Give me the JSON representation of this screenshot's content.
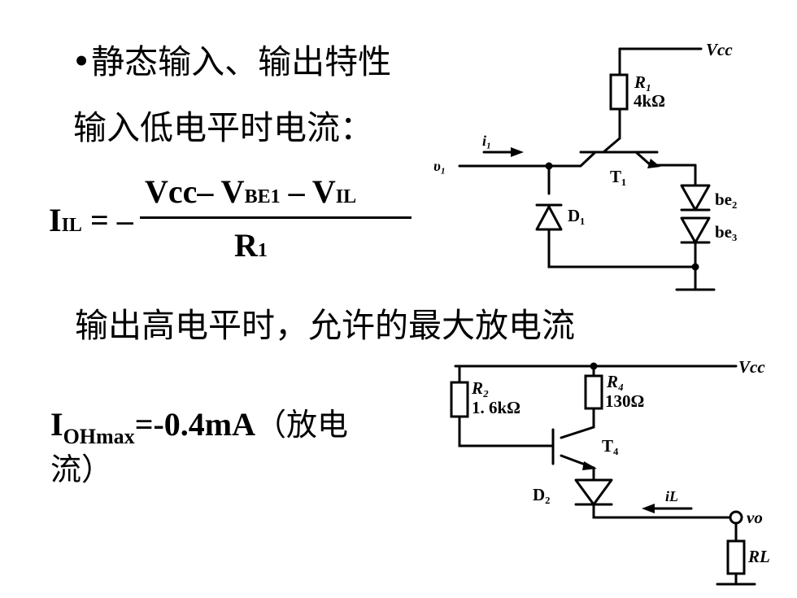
{
  "text": {
    "line1": "•静态输入、输出特性",
    "line2": "输入低电平时电流：",
    "line3": "输出高电平时，允许的最大放电流"
  },
  "formula": {
    "lhs_main": "I",
    "lhs_sub": "IL",
    "lhs_op": " = –",
    "num_a": "Vcc– V",
    "num_sub1": "BE1",
    "num_b": " – V",
    "num_sub2": "IL",
    "den_main": "R",
    "den_sub": "1"
  },
  "ioh": {
    "main": "I",
    "sub": "OHmax",
    "rest": "=-0.4mA",
    "cn": "（放电流）"
  },
  "circuit1": {
    "vcc": "Vcc",
    "r1": "R₁",
    "r1_val": "4kΩ",
    "i1": "i₁",
    "v1": "υ₁",
    "t1": "T₁",
    "d1": "D₁",
    "be2": "be₂",
    "be3": "be₃"
  },
  "circuit2": {
    "vcc": "Vcc",
    "r2": "R₂",
    "r2_val": "1. 6kΩ",
    "r4": "R₄",
    "r4_val": "130Ω",
    "t4": "T₄",
    "d2": "D₂",
    "il": "iL",
    "vo": "vo",
    "rl": "RL"
  }
}
